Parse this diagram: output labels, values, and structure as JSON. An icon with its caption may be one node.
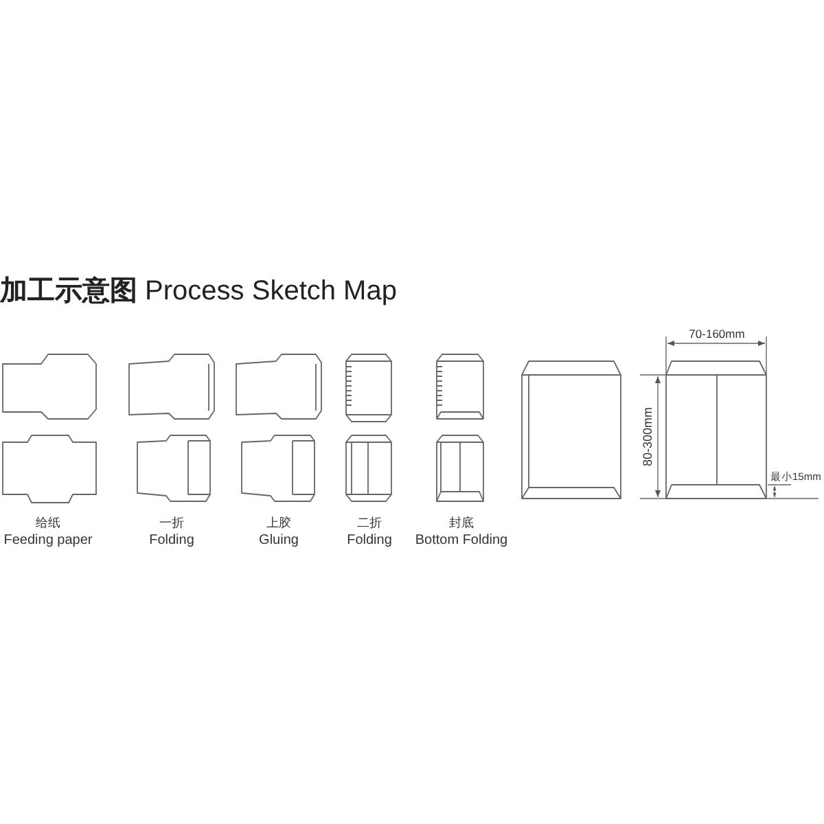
{
  "diagram": {
    "title": "**加工示意图** Process Sketch Map",
    "labels": [
      "给纸",
      "Feeding paper",
      "一折",
      "Folding",
      "上胶",
      "Gluing",
      "二折",
      "Folding",
      "封底",
      "Bottom Folding",
      "70-160mm",
      "80-300mm",
      "最小15mm"
    ]
  }
}
